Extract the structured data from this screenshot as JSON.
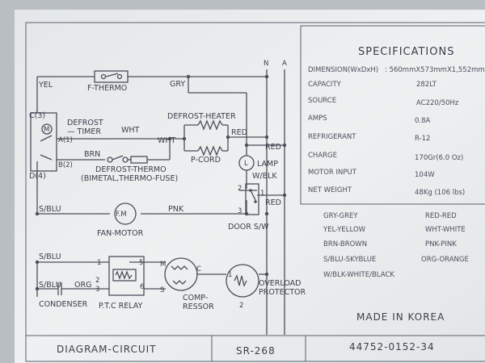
{
  "circuit": {
    "terminal_n": "N",
    "terminal_a": "A",
    "wire_yel": "YEL",
    "wire_gry": "GRY",
    "f_thermo": "F-THERMO",
    "c3": "C(3)",
    "a1": "A(1)",
    "b2": "B(2)",
    "d4": "D(4)",
    "m": "M",
    "defrost_timer_1": "DEFROST",
    "defrost_timer_2": "— TIMER",
    "wht_a": "WHT",
    "wht_b": "WHT",
    "brn": "BRN",
    "defrost_heater": "DEFROST-HEATER",
    "red_a": "RED",
    "p_cord": "P-CORD",
    "red_b": "RED",
    "lamp_l": "L",
    "lamp": "LAMP",
    "w_blk": "W/BLK",
    "sw_2": "2",
    "sw_1": "1",
    "sw_3": "3",
    "red_c": "RED",
    "defrost_thermo_1": "DEFROST-THERMO",
    "defrost_thermo_2": "(BIMETAL,THERMO-FUSE)",
    "s_blu_a": "S/BLU",
    "fm": "F.M",
    "pnk": "PNK",
    "fan_motor": "FAN-MOTOR",
    "door_sw": "DOOR S/W",
    "s_blu_b": "S/BLU",
    "relay_1": "1",
    "relay_5": "5",
    "relay_2": "2",
    "relay_3": "3",
    "relay_6": "6",
    "comp_m": "M",
    "comp_c": "C",
    "comp_s": "S",
    "s_blu_c": "S/BLU",
    "org": "ORG",
    "condenser": "CONDENSER",
    "ptc_relay": "P.T.C RELAY",
    "compressor_1": "COMP-",
    "compressor_2": "RESSOR",
    "op_1": "1",
    "op_2": "2",
    "overload_1": "OVERLOAD",
    "overload_2": "PROTECTOR"
  },
  "specifications": {
    "heading": "SPECIFICATIONS",
    "rows": [
      {
        "label": "DIMENSION(WxDxH)",
        "value": ": 560mmX573mmX1,552mm"
      },
      {
        "label": "CAPACITY",
        "value": "282LT"
      },
      {
        "label": "SOURCE",
        "value": "AC220/50Hz"
      },
      {
        "label": "AMPS",
        "value": "0.8A"
      },
      {
        "label": "REFRIGERANT",
        "value": "R-12"
      },
      {
        "label": "CHARGE",
        "value": "170Gr(6.0 Oz)"
      },
      {
        "label": "MOTOR INPUT",
        "value": "104W"
      },
      {
        "label": "NET WEIGHT",
        "value": "48Kg (106 lbs)"
      }
    ]
  },
  "color_legend": [
    {
      "left": "GRY-GREY",
      "right": "RED-RED"
    },
    {
      "left": "YEL-YELLOW",
      "right": "WHT-WHITE"
    },
    {
      "left": "BRN-BROWN",
      "right": "PNK-PINK"
    },
    {
      "left": "S/BLU-SKYBLUE",
      "right": "ORG-ORANGE"
    },
    {
      "left": "W/BLK-WHITE/BLACK",
      "right": ""
    }
  ],
  "made_in": "MADE IN KOREA",
  "footer": {
    "diagram": "DIAGRAM-CIRCUIT",
    "model": "SR-268",
    "part_no": "44752-0152-34"
  },
  "colors": {
    "paper": "#eceeef",
    "ink": "#3a3f4a",
    "surround": "#b9bec2"
  }
}
